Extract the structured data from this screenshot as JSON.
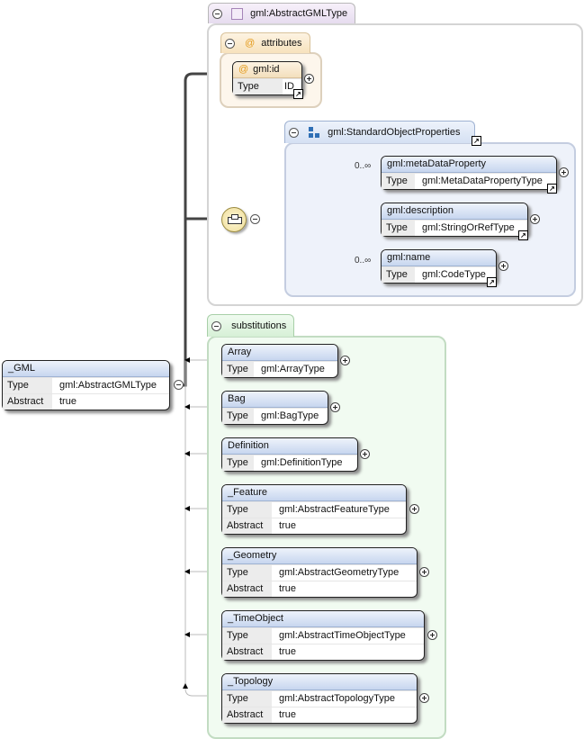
{
  "root_type": {
    "label": "gml:AbstractGMLType"
  },
  "attributes": {
    "label": "attributes",
    "items": [
      {
        "name": "gml:id",
        "type_key": "Type",
        "type": "ID"
      }
    ]
  },
  "group": {
    "label": "gml:StandardObjectProperties",
    "items": [
      {
        "name": "gml:metaDataProperty",
        "type_key": "Type",
        "type": "gml:MetaDataPropertyType",
        "card": "0..∞"
      },
      {
        "name": "gml:description",
        "type_key": "Type",
        "type": "gml:StringOrRefType",
        "card": ""
      },
      {
        "name": "gml:name",
        "type_key": "Type",
        "type": "gml:CodeType",
        "card": "0..∞"
      }
    ]
  },
  "main_element": {
    "name": "_GML",
    "type_key": "Type",
    "type": "gml:AbstractGMLType",
    "abstract_key": "Abstract",
    "abstract": "true"
  },
  "substitutions": {
    "label": "substitutions",
    "items": [
      {
        "name": "Array",
        "type_key": "Type",
        "type": "gml:ArrayType"
      },
      {
        "name": "Bag",
        "type_key": "Type",
        "type": "gml:BagType"
      },
      {
        "name": "Definition",
        "type_key": "Type",
        "type": "gml:DefinitionType"
      },
      {
        "name": "_Feature",
        "type_key": "Type",
        "type": "gml:AbstractFeatureType",
        "abstract_key": "Abstract",
        "abstract": "true"
      },
      {
        "name": "_Geometry",
        "type_key": "Type",
        "type": "gml:AbstractGeometryType",
        "abstract_key": "Abstract",
        "abstract": "true"
      },
      {
        "name": "_TimeObject",
        "type_key": "Type",
        "type": "gml:AbstractTimeObjectType",
        "abstract_key": "Abstract",
        "abstract": "true"
      },
      {
        "name": "_Topology",
        "type_key": "Type",
        "type": "gml:AbstractTopologyType",
        "abstract_key": "Abstract",
        "abstract": "true"
      }
    ]
  },
  "icons": [
    "collapse-icon",
    "expand-icon",
    "sequence-icon",
    "attribute-icon",
    "group-icon",
    "link-arrow-icon"
  ],
  "colors": {
    "element_header": "#c7d6ef",
    "attribute_panel": "#fdf6ec",
    "substitution_panel": "#f1fbf1",
    "group_panel": "#eef2fa"
  }
}
